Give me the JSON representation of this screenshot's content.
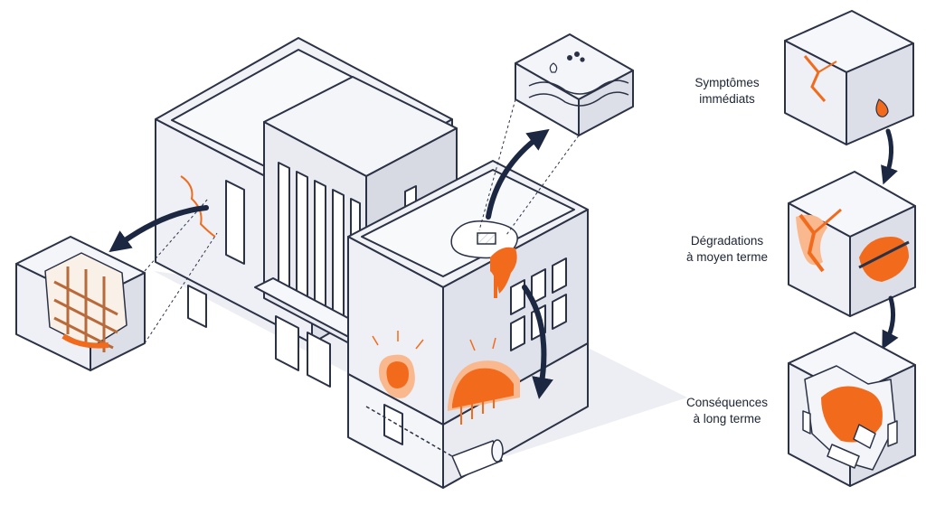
{
  "stages": [
    {
      "label": "Symptômes\nimmédiats"
    },
    {
      "label": "Dégradations\nà moyen terme"
    },
    {
      "label": "Conséquences\nà long terme"
    }
  ],
  "colors": {
    "outline": "#2c3245",
    "face_light": "#f6f7fb",
    "face_mid": "#e6e8ef",
    "face_dark": "#d3d6e0",
    "damage": "#f26b1d",
    "damage_light": "#f9b88d",
    "arrow": "#1c2742"
  }
}
